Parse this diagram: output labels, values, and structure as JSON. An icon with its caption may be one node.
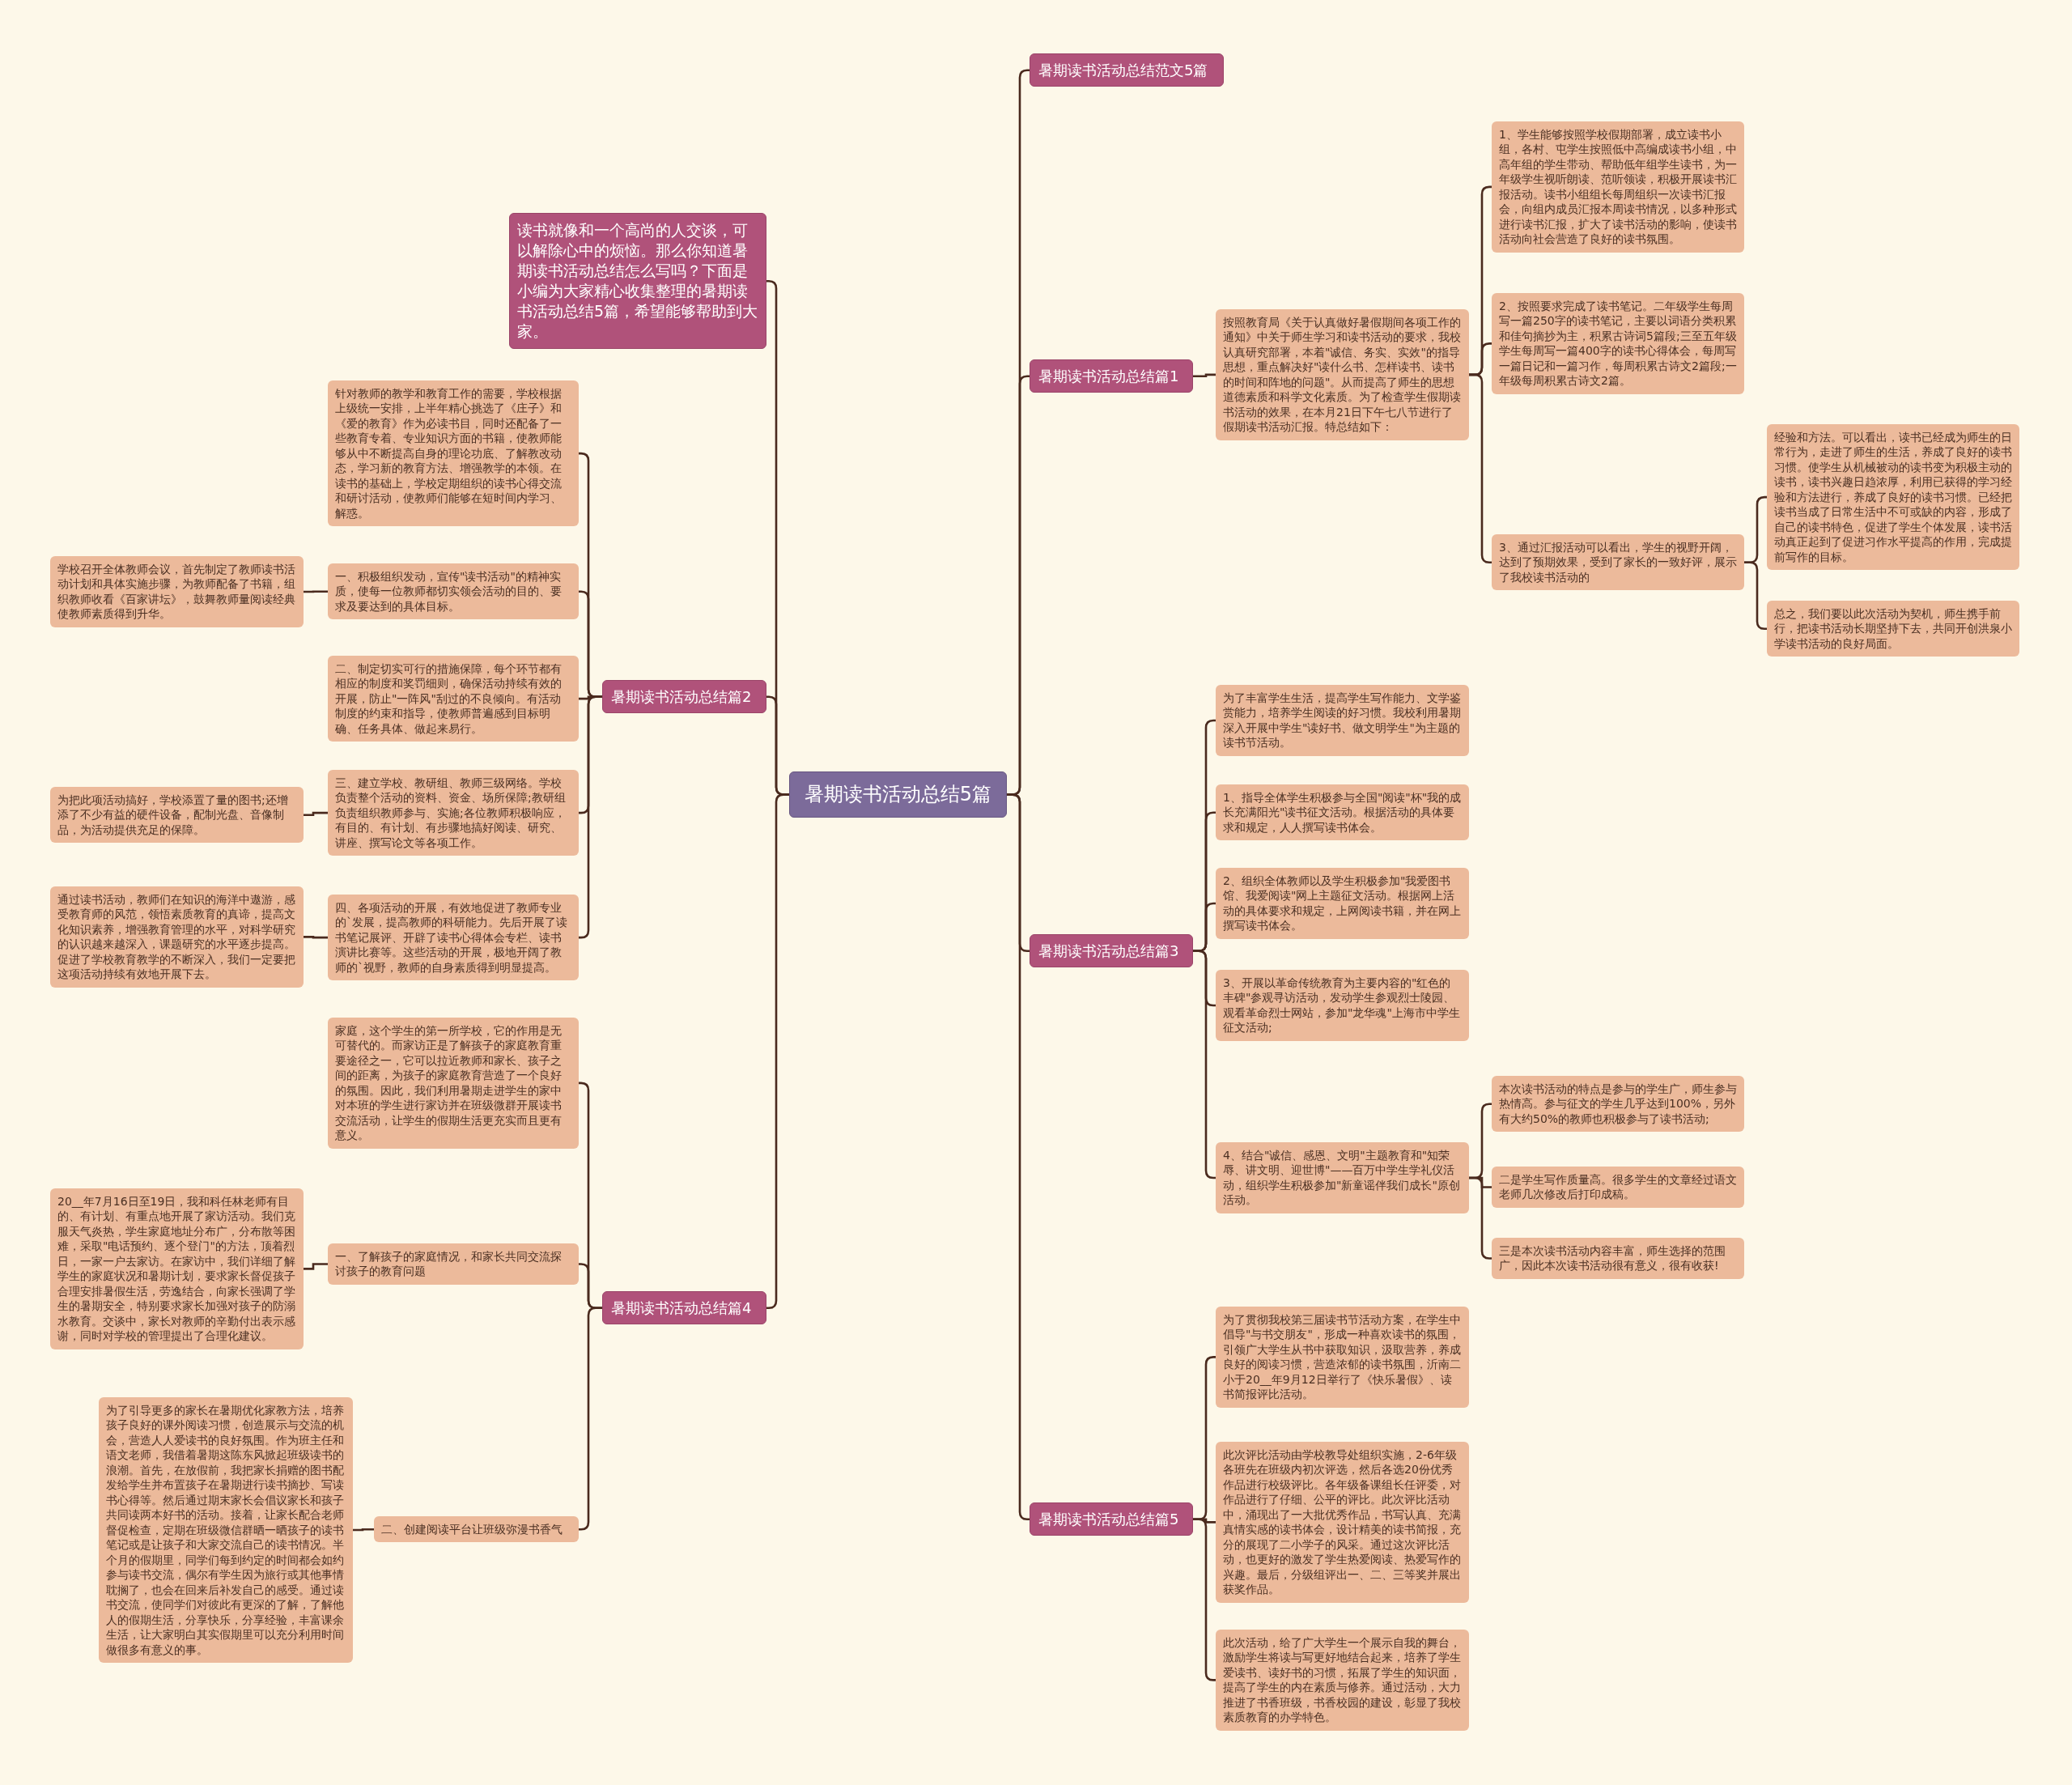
{
  "diagram": {
    "nodes": [
      {
        "text": [
          "暑期读书活动总结5篇"
        ]
      },
      {
        "text": [
          "读书就像和一个高尚的人交谈，可以解除心中的烦恼。那么你知道暑期读书活动总结怎么写吗？下面是小编为大家精心收集整理的暑期读书活动总结5篇，希望能够帮助到大家。"
        ]
      },
      {
        "text": [
          "暑期读书活动总结篇2"
        ]
      },
      {
        "text": [
          "针对教师的教学和教育工作的需要，学校根据上级统一安排，上半年精心挑选了《庄子》和《爱的教育》作为必读书目，同时还配备了一些教育专着、专业知识方面的书籍，使教师能够从中不断提高自身的理论功底、了解教改动态，学习新的教育方法、增强教学的本领。在读书的基础上，学校定期组织的读书心得交流和研讨活动，使教师们能够在短时间内学习、解惑。"
        ]
      },
      {
        "text": [
          "一、积极组织发动，宣传\"读书活动\"的精神实质，使每一位教师都切实领会活动的目的、要求及要达到的具体目标。"
        ]
      },
      {
        "text": [
          "学校召开全体教师会议，首先制定了教师读书活动计划和具体实施步骤，为教师配备了书籍，组织教师收看《百家讲坛》，鼓舞教师量阅读经典使教师素质得到升华。"
        ]
      },
      {
        "text": [
          "二、制定切实可行的措施保障，每个环节都有相应的制度和奖罚细则，确保活动持续有效的开展，防止\"一阵风\"刮过的不良倾向。有活动制度的约束和指导，使教师普遍感到目标明确、任务具体、做起来易行。"
        ]
      },
      {
        "text": [
          "三、建立学校、教研组、教师三级网络。学校负责整个活动的资料、资金、场所保障;教研组负责组织教师参与、实施;各位教师积极响应，有目的、有计划、有步骤地搞好阅读、研究、讲座、撰写论文等各项工作。"
        ]
      },
      {
        "text": [
          "为把此项活动搞好，学校添置了量的图书;还增添了不少有益的硬件设备，配制光盘、音像制品，为活动提供充足的保障。"
        ]
      },
      {
        "text": [
          "四、各项活动的开展，有效地促进了教师专业的`发展，提高教师的科研能力。先后开展了读书笔记展评、开辟了读书心得体会专栏、读书演讲比赛等。这些活动的开展，极地开阔了教师的`视野，教师的自身素质得到明显提高。"
        ]
      },
      {
        "text": [
          "通过读书活动，教师们在知识的海洋中遨游，感受教育师的风范，领悟素质教育的真谛，提高文化知识素养，增强教育管理的水平，对科学研究的认识越来越深入，课题研究的水平逐步提高。促进了学校教育教学的不断深入，我们一定要把这项活动持续有效地开展下去。"
        ]
      },
      {
        "text": [
          "暑期读书活动总结篇4"
        ]
      },
      {
        "text": [
          "家庭，这个学生的第一所学校，它的作用是无可替代的。而家访正是了解孩子的家庭教育重要途径之一，它可以拉近教师和家长、孩子之间的距离，为孩子的家庭教育营造了一个良好的氛围。因此，我们利用暑期走进学生的家中对本班的学生进行家访并在班级微群开展读书交流活动，让学生的假期生活更充实而且更有意义。"
        ]
      },
      {
        "text": [
          "一、了解孩子的家庭情况，和家长共同交流探讨孩子的教育问题"
        ]
      },
      {
        "text": [
          "20__年7月16日至19日，我和科任林老师有目的、有计划、有重点地开展了家访活动。我们克服天气炎热，学生家庭地址分布广，分布散等困难，采取\"电话预约、逐个登门\"的方法，顶着烈日，一家一户去家访。在家访中，我们详细了解学生的家庭状况和暑期计划，要求家长督促孩子合理安排暑假生活，劳逸结合，向家长强调了学生的暑期安全，特别要求家长加强对孩子的防溺水教育。交谈中，家长对教师的辛勤付出表示感谢，同时对学校的管理提出了合理化建议。"
        ]
      },
      {
        "text": [
          "二、创建阅读平台让班级弥漫书香气"
        ]
      },
      {
        "text": [
          "为了引导更多的家长在暑期优化家教方法，培养孩子良好的课外阅读习惯，创造展示与交流的机会，营造人人爱读书的良好氛围。作为班主任和语文老师，我借着暑期这陈东风掀起班级读书的浪潮。首先，在放假前，我把家长捐赠的图书配发给学生并布置孩子在暑期进行读书摘抄、写读书心得等。然后通过期末家长会倡议家长和孩子共同读两本好书的活动。接着，让家长配合老师督促检查，定期在班级微信群晒一晒孩子的读书笔记或是让孩子和大家交流自己的读书情况。半个月的假期里，同学们每到约定的时间都会如约参与读书交流，偶尔有学生因为旅行或其他事情耽搁了，也会在回来后补发自己的感受。通过读书交流，使同学们对彼此有更深的了解，了解他人的假期生活，分享快乐，分享经验，丰富课余生活，让大家明白其实假期里可以充分利用时间做很多有意义的事。"
        ]
      },
      {
        "text": [
          "暑期读书活动总结范文5篇"
        ]
      },
      {
        "text": [
          "暑期读书活动总结篇1"
        ]
      },
      {
        "text": [
          "按照教育局《关于认真做好暑假期间各项工作的通知》中关于师生学习和读书活动的要求，我校认真研究部署，本着\"诚信、务实、实效\"的指导思想，重点解决好\"读什么书、怎样读书、读书的时间和阵地的问题\"。从而提高了师生的思想道德素质和科学文化素质。为了检查学生假期读书活动的效果，在本月21日下午七八节进行了假期读书活动汇报。特总结如下："
        ]
      },
      {
        "text": [
          "1、学生能够按照学校假期部署，成立读书小组，各村、屯学生按照低中高编成读书小组，中高年组的学生带动、帮助低年组学生读书，为一年级学生视听朗读、范听领读，积极开展读书汇报活动。读书小组组长每周组织一次读书汇报会，向组内成员汇报本周读书情况，以多种形式进行读书汇报，扩大了读书活动的影响，使读书活动向社会营造了良好的读书氛围。"
        ]
      },
      {
        "text": [
          "2、按照要求完成了读书笔记。二年级学生每周写一篇250字的读书笔记，主要以词语分类积累和佳句摘抄为主，积累古诗词5篇段;三至五年级学生每周写一篇400字的读书心得体会，每周写一篇日记和一篇习作，每周积累古诗文2篇段;一年级每周积累古诗文2篇。"
        ]
      },
      {
        "text": [
          "3、通过汇报活动可以看出，学生的视野开阔，达到了预期效果，受到了家长的一致好评，展示了我校读书活动的"
        ]
      },
      {
        "text": [
          "经验和方法。可以看出，读书已经成为师生的日常行为，走进了师生的生活，养成了良好的读书习惯。使学生从机械被动的读书变为积极主动的读书，读书兴趣日趋浓厚，利用已获得的学习经验和方法进行，养成了良好的读书习惯。已经把读书当成了日常生活中不可或缺的内容，形成了自己的读书特色，促进了学生个体发展，读书活动真正起到了促进习作水平提高的作用，完成提前写作的目标。"
        ]
      },
      {
        "text": [
          "总之，我们要以此次活动为契机，师生携手前行，把读书活动长期坚持下去，共同开创洪泉小学读书活动的良好局面。"
        ]
      },
      {
        "text": [
          "暑期读书活动总结篇3"
        ]
      },
      {
        "text": [
          "为了丰富学生生活，提高学生写作能力、文学鉴赏能力，培养学生阅读的好习惯。我校利用暑期深入开展中学生\"读好书、做文明学生\"为主题的读书节活动。"
        ]
      },
      {
        "text": [
          "1、指导全体学生积极参与全国\"阅读\"杯\"我的成长充满阳光\"读书征文活动。根据活动的具体要求和规定，人人撰写读书体会。"
        ]
      },
      {
        "text": [
          "2、组织全体教师以及学生积极参加\"我爱图书馆、我爱阅读\"网上主题征文活动。根据网上活动的具体要求和规定，上网阅读书籍，并在网上撰写读书体会。"
        ]
      },
      {
        "text": [
          "3、开展以革命传统教育为主要内容的\"红色的丰碑\"参观寻访活动，发动学生参观烈士陵园、观看革命烈士网站，参加\"龙华魂\"上海市中学生征文活动;"
        ]
      },
      {
        "text": [
          "4、结合\"诚信、感恩、文明\"主题教育和\"知荣辱、讲文明、迎世博\"——百万中学生学礼仪活动，组织学生积极参加\"新童谣伴我们成长\"原创活动。"
        ]
      },
      {
        "text": [
          "本次读书活动的特点是参与的学生广，师生参与热情高。参与征文的学生几乎达到100%，另外有大约50%的教师也积极参与了读书活动;"
        ]
      },
      {
        "text": [
          "二是学生写作质量高。很多学生的文章经过语文老师几次修改后打印成稿。"
        ]
      },
      {
        "text": [
          "三是本次读书活动内容丰富，师生选择的范围广，因此本次读书活动很有意义，很有收获!"
        ]
      },
      {
        "text": [
          "暑期读书活动总结篇5"
        ]
      },
      {
        "text": [
          "为了贯彻我校第三届读书节活动方案，在学生中倡导\"与书交朋友\"，形成一种喜欢读书的氛围，引领广大学生从书中获取知识，汲取营养，养成良好的阅读习惯，营造浓郁的读书氛围，沂南二小于20__年9月12日举行了《快乐暑假》、读书简报评比活动。"
        ]
      },
      {
        "text": [
          "此次评比活动由学校教导处组织实施，2-6年级各班先在班级内初次评选，然后各选20份优秀作品进行校级评比。各年级备课组长任评委，对作品进行了仔细、公平的评比。此次评比活动中，涌现出了一大批优秀作品，书写认真、充满真情实感的读书体会，设计精美的读书简报，充分的展现了二小学子的风采。通过这次评比活动，也更好的激发了学生热爱阅读、热爱写作的兴趣。最后，分级组评出一、二、三等奖并展出获奖作品。"
        ]
      },
      {
        "text": [
          "此次活动，给了广大学生一个展示自我的舞台，激励学生将读与写更好地结合起来，培养了学生爱读书、读好书的习惯，拓展了学生的知识面，提高了学生的内在素质与修养。通过活动，大力推进了书香班级，书香校园的建设，彰显了我校素质教育的办学特色。"
        ]
      }
    ],
    "edges": [
      {
        "from": 0,
        "to": 1,
        "arrow": "none"
      },
      {
        "from": 0,
        "to": 2,
        "arrow": "none"
      },
      {
        "from": 2,
        "to": 3,
        "arrow": "none"
      },
      {
        "from": 2,
        "to": 4,
        "arrow": "none"
      },
      {
        "from": 4,
        "to": 5,
        "arrow": "none"
      },
      {
        "from": 2,
        "to": 6,
        "arrow": "none"
      },
      {
        "from": 2,
        "to": 7,
        "arrow": "none"
      },
      {
        "from": 7,
        "to": 8,
        "arrow": "none"
      },
      {
        "from": 2,
        "to": 9,
        "arrow": "none"
      },
      {
        "from": 9,
        "to": 10,
        "arrow": "none"
      },
      {
        "from": 0,
        "to": 11,
        "arrow": "none"
      },
      {
        "from": 11,
        "to": 12,
        "arrow": "none"
      },
      {
        "from": 11,
        "to": 13,
        "arrow": "none"
      },
      {
        "from": 13,
        "to": 14,
        "arrow": "none"
      },
      {
        "from": 11,
        "to": 15,
        "arrow": "none"
      },
      {
        "from": 15,
        "to": 16,
        "arrow": "none"
      },
      {
        "from": 0,
        "to": 17,
        "arrow": "none"
      },
      {
        "from": 0,
        "to": 18,
        "arrow": "none"
      },
      {
        "from": 18,
        "to": 19,
        "arrow": "none"
      },
      {
        "from": 19,
        "to": 20,
        "arrow": "none"
      },
      {
        "from": 19,
        "to": 21,
        "arrow": "none"
      },
      {
        "from": 19,
        "to": 22,
        "arrow": "none"
      },
      {
        "from": 22,
        "to": 23,
        "arrow": "none"
      },
      {
        "from": 22,
        "to": 24,
        "arrow": "none"
      },
      {
        "from": 0,
        "to": 25,
        "arrow": "none"
      },
      {
        "from": 25,
        "to": 26,
        "arrow": "none"
      },
      {
        "from": 25,
        "to": 27,
        "arrow": "none"
      },
      {
        "from": 25,
        "to": 28,
        "arrow": "none"
      },
      {
        "from": 25,
        "to": 29,
        "arrow": "none"
      },
      {
        "from": 25,
        "to": 30,
        "arrow": "none"
      },
      {
        "from": 30,
        "to": 31,
        "arrow": "none"
      },
      {
        "from": 30,
        "to": 32,
        "arrow": "none"
      },
      {
        "from": 30,
        "to": 33,
        "arrow": "none"
      },
      {
        "from": 0,
        "to": 34,
        "arrow": "none"
      },
      {
        "from": 34,
        "to": 35,
        "arrow": "none"
      },
      {
        "from": 34,
        "to": 36,
        "arrow": "none"
      },
      {
        "from": 34,
        "to": 37,
        "arrow": "none"
      }
    ]
  }
}
